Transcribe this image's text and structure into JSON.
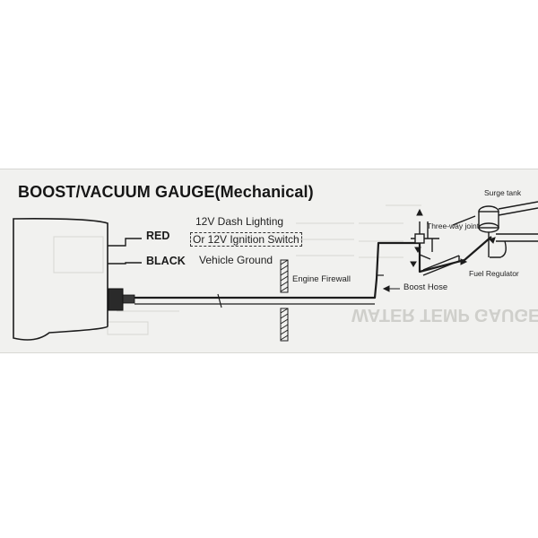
{
  "title": "BOOST/VACUUM GAUGE(Mechanical)",
  "wires": {
    "red_label": "RED",
    "black_label": "BLACK",
    "red_desc_line1": "12V Dash Lighting",
    "red_desc_line2": "Or 12V Ignition Switch",
    "black_desc": "Vehicle Ground"
  },
  "labels": {
    "engine_firewall": "Engine Firewall",
    "boost_hose": "Boost Hose",
    "surge_tank": "Surge tank",
    "three_way_joint": "Three-way joint",
    "fuel_regulator": "Fuel Regulator"
  },
  "show_through": {
    "water_temp_gauge": "WATER TEMP GAUGE"
  },
  "colors": {
    "paper": "#f1f1ef",
    "ink": "#1c1c1c",
    "show_through": "#cfcfcb"
  }
}
